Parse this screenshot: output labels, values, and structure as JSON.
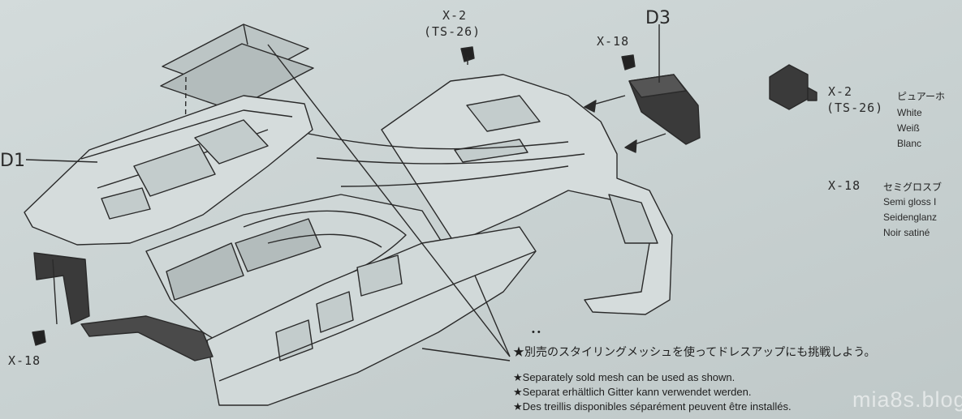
{
  "labels": {
    "d1": "D1",
    "d3": "D3",
    "x2_top": "X-2",
    "ts26_top": "(TS-26)",
    "x18_top": "X-18",
    "x18_left": "X-18"
  },
  "legend": {
    "paint1": {
      "code": "X-2",
      "ts": "(TS-26)",
      "jp": "ピュアーホ",
      "en": "White",
      "de": "Weiß",
      "fr": "Blanc"
    },
    "paint2": {
      "code": "X-18",
      "jp": "セミグロスブ",
      "en": "Semi gloss I",
      "de": "Seidenglanz",
      "fr": "Noir satiné"
    }
  },
  "notes": {
    "dots": "• •",
    "jp": "★別売のスタイリングメッシュを使ってドレスアップにも挑戦しよう。",
    "en": "★Separately sold mesh can be used as shown.",
    "de": "★Separat erhältlich Gitter kann verwendet werden.",
    "fr": "★Des treillis disponibles séparément peuvent être installés."
  },
  "watermark": "mia8s.blog",
  "colors": {
    "paper": "#c9d2d2",
    "line": "#2a2a2a",
    "dark_part": "#3a3a3a",
    "mesh_fill": "#b3bcbc"
  }
}
